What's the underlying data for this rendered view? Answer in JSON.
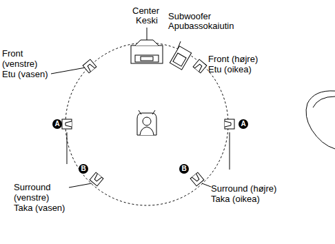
{
  "diagram": {
    "labels": [
      "Center",
      "Keski",
      "Subwoofer",
      "Apubassokaiutin",
      "Front (venstre)",
      "Etu (vasen)",
      "Front (højre)",
      "Etu (oikea)",
      "A",
      "A",
      "Surround (venstre)",
      "Taka (vasen)",
      "B",
      "B",
      "Surround (højre)",
      "Taka (oikea)"
    ]
  }
}
